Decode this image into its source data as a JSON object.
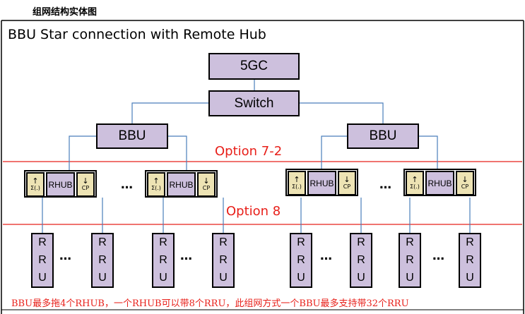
{
  "top_label": "组网结构实体图",
  "title": "BBU Star connection with Remote Hub",
  "core": "5GC",
  "switch": "Switch",
  "bbus": [
    "BBU",
    "BBU"
  ],
  "split_labels": {
    "upper": "Option 7-2",
    "lower": "Option 8"
  },
  "rhub": {
    "label": "RHUB",
    "up_arrow": "↑",
    "down_arrow": "↓",
    "sum": "Σ(.)",
    "cp": "CP"
  },
  "rru_label": [
    "R",
    "R",
    "U"
  ],
  "ellipsis": "…",
  "footnote": "BBU最多拖4个RHUB，一个RHUB可以带8个RRU，此组网方式一个BBU最多支持带32个RRU",
  "colors": {
    "box_fill": "#cdc0dd",
    "cell_fill": "#ede3b4",
    "line": "#4a7ebb",
    "accent": "#e8201a"
  }
}
